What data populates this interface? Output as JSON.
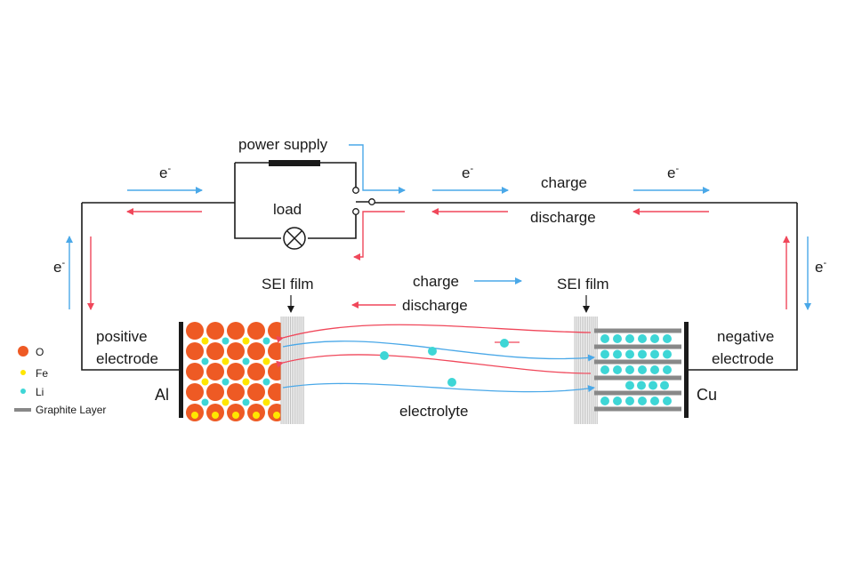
{
  "labels": {
    "power_supply": "power supply",
    "load": "load",
    "electron": "e",
    "electron_sup": "-",
    "charge": "charge",
    "discharge": "discharge",
    "sei_film": "SEI film",
    "positive_electrode_line1": "positive",
    "positive_electrode_line2": "electrode",
    "negative_electrode_line1": "negative",
    "negative_electrode_line2": "electrode",
    "al": "Al",
    "cu": "Cu",
    "electrolyte": "electrolyte"
  },
  "legend": [
    {
      "label": "O",
      "color": "#ee5a24",
      "shape": "circle"
    },
    {
      "label": "Fe",
      "color": "#ffe600",
      "shape": "small-circle"
    },
    {
      "label": "Li",
      "color": "#3ed6d6",
      "shape": "small-circle"
    },
    {
      "label": "Graphite Layer",
      "color": "#888888",
      "shape": "bar"
    }
  ],
  "colors": {
    "wire": "#1a1a1a",
    "charge_arrow": "#4aa8e8",
    "discharge_arrow": "#f0475a",
    "oxygen": "#ee5a24",
    "iron": "#ffe600",
    "lithium": "#3ed6d6",
    "graphite": "#888888",
    "sei": "#bdbdbd"
  }
}
